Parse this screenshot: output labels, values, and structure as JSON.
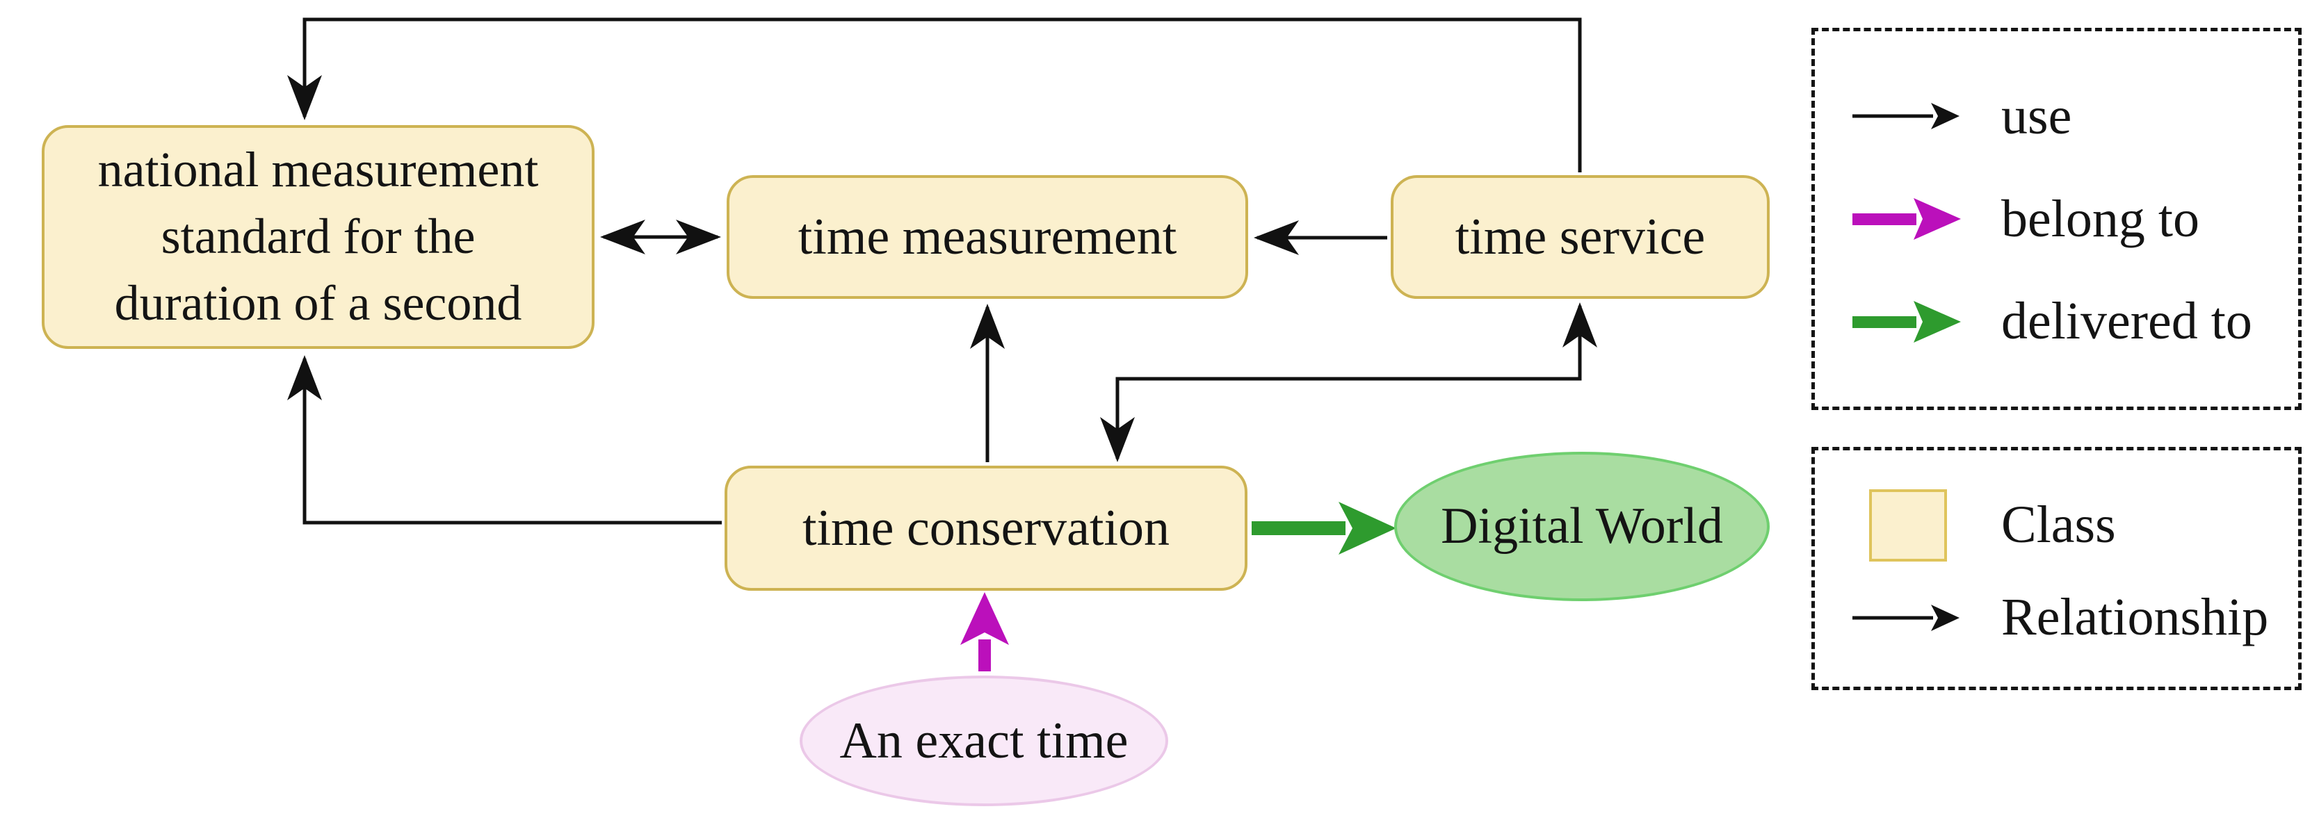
{
  "diagram": {
    "nodes": {
      "national_standard": {
        "lines": [
          "national measurement",
          "standard for the",
          "duration of a second"
        ]
      },
      "time_measurement": {
        "label": "time measurement"
      },
      "time_service": {
        "label": "time service"
      },
      "time_conservation": {
        "label": "time conservation"
      },
      "digital_world": {
        "label": "Digital World"
      },
      "an_exact_time": {
        "label": "An exact time"
      }
    },
    "relationships": [
      {
        "from": "time service",
        "to": "national measurement standard for the duration of a second",
        "type": "use"
      },
      {
        "from": "national measurement standard for the duration of a second",
        "to": "time measurement",
        "type": "use",
        "bidirectional": true
      },
      {
        "from": "time service",
        "to": "time measurement",
        "type": "use"
      },
      {
        "from": "time conservation",
        "to": "time measurement",
        "type": "use"
      },
      {
        "from": "time conservation",
        "to": "time service",
        "type": "use",
        "bidirectional": true
      },
      {
        "from": "time conservation",
        "to": "national measurement standard for the duration of a second",
        "type": "use"
      },
      {
        "from": "time conservation",
        "to": "Digital World",
        "type": "delivered to"
      },
      {
        "from": "An exact time",
        "to": "time conservation",
        "type": "belong to"
      }
    ],
    "legends": {
      "relations": [
        {
          "icon": "use-arrow-icon",
          "label": "use"
        },
        {
          "icon": "belong-to-arrow-icon",
          "label": "belong to"
        },
        {
          "icon": "delivered-to-arrow-icon",
          "label": "delivered to"
        }
      ],
      "symbols": [
        {
          "icon": "class-swatch-icon",
          "label": "Class"
        },
        {
          "icon": "relationship-arrow-icon",
          "label": "Relationship"
        }
      ]
    },
    "colors": {
      "background": "#ffffff",
      "node_fill": "#FBF0CE",
      "node_border": "#CDB353",
      "digital_world_fill": "#A9DDA1",
      "digital_world_border": "#6FCF6F",
      "exact_time_fill": "#F9E9F8",
      "exact_time_border": "#EBC8E8",
      "relation_use": "#111111",
      "relation_belong_to": "#BB10BB",
      "relation_delivered_to": "#2E9B2E"
    }
  }
}
